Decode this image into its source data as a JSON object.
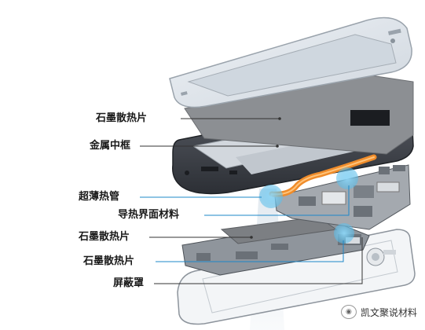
{
  "labels": {
    "graphite_1": "石墨散热片",
    "metal_frame": "金属中框",
    "heat_pipe": "超薄热管",
    "thermal_interface": "导热界面材料",
    "graphite_2": "石墨散热片",
    "graphite_3": "石墨散热片",
    "shield": "屏蔽罩"
  },
  "watermark": {
    "text": "凯文聚说材料"
  },
  "colors": {
    "leader_dark": "#333333",
    "leader_blue": "#1e88c8",
    "heat_pipe": "#f08c2a",
    "highlight": "#6ec6ef"
  }
}
